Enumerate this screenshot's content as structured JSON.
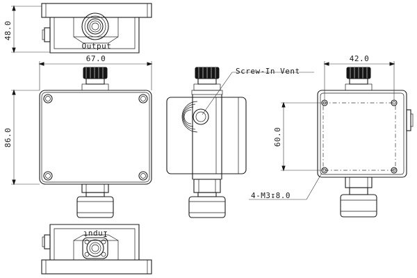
{
  "labels": {
    "output": "Output",
    "input": "Input",
    "screw_vent": "Screw-In Vent",
    "hole_note": "4-M3↧8.0"
  },
  "dimensions": {
    "height_top": "48.0",
    "width_front": "67.0",
    "height_front": "86.0",
    "hole_spacing_x": "42.0",
    "hole_spacing_y": "60.0"
  }
}
